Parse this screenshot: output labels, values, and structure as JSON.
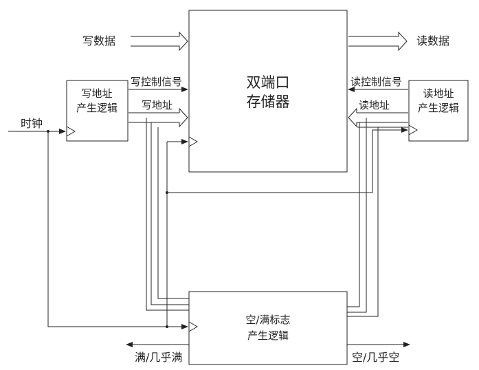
{
  "memory": {
    "line1": "双端口",
    "line2": "存储器"
  },
  "write_addr_gen": {
    "line1": "写地址",
    "line2": "产生逻辑"
  },
  "read_addr_gen": {
    "line1": "读地址",
    "line2": "产生逻辑"
  },
  "flag_gen": {
    "line1": "空/满标志",
    "line2": "产生逻辑"
  },
  "signals": {
    "write_data": "写数据",
    "read_data": "读数据",
    "write_ctrl": "写控制信号",
    "write_addr": "写地址",
    "read_ctrl": "读控制信号",
    "read_addr": "读地址",
    "clock": "时钟",
    "full": "满/几乎满",
    "empty": "空/几乎空"
  }
}
